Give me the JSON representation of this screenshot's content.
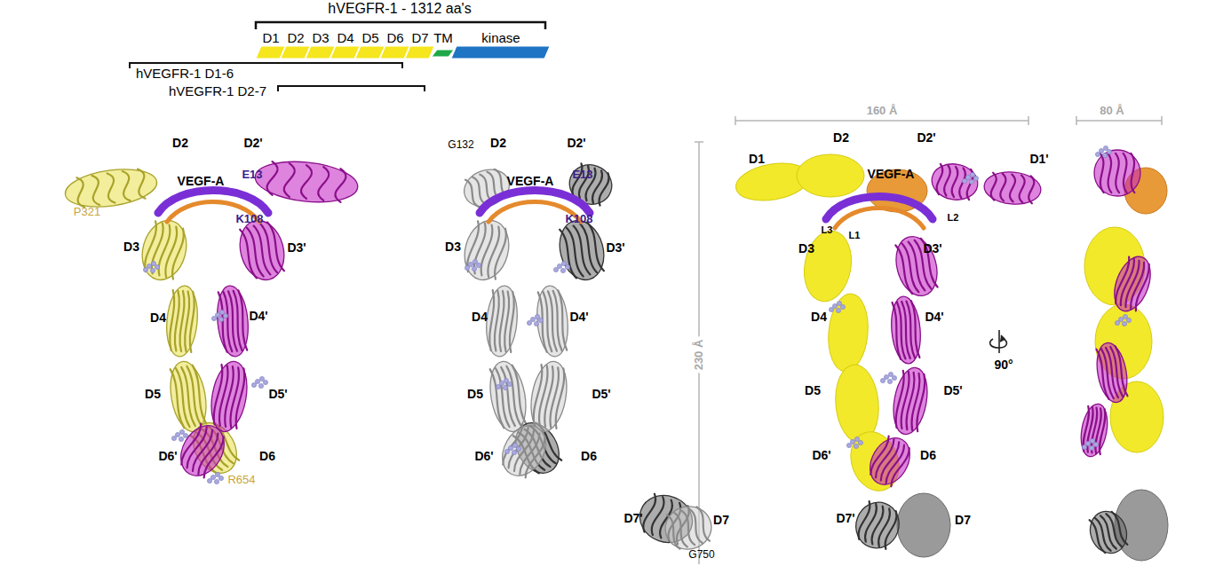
{
  "diagram": {
    "nodes": [
      {
        "text": [
          "D1"
        ]
      },
      {
        "text": [
          "D2"
        ]
      },
      {
        "text": [
          "D3"
        ]
      },
      {
        "text": [
          "D4"
        ]
      },
      {
        "text": [
          "D5"
        ]
      },
      {
        "text": [
          "D6"
        ]
      },
      {
        "text": [
          "D7"
        ]
      },
      {
        "text": [
          "TM"
        ]
      },
      {
        "text": [
          "kinase"
        ]
      }
    ],
    "labels": [
      "hVEGFR-1 - 1312 aa's",
      "hVEGFR-1 D1-6",
      "hVEGFR-1 D2-7",
      "D2",
      "D2'",
      "P321",
      "VEGF-A",
      "E13",
      "K108",
      "D3",
      "D3'",
      "D4",
      "D4'",
      "D5",
      "D5'",
      "D6'",
      "D6",
      "R654",
      "G132",
      "D2",
      "D2'",
      "VEGF-A",
      "E13",
      "K108",
      "D3",
      "D3'",
      "D4",
      "D4'",
      "D5",
      "D5'",
      "D6'",
      "D6",
      "D7'",
      "D7",
      "G750",
      "160 Å",
      "230 Å",
      "D1",
      "D2",
      "D2'",
      "D1'",
      "VEGF-A",
      "L3",
      "L1",
      "L2",
      "D3",
      "D3'",
      "D4",
      "D4'",
      "D5",
      "D5'",
      "D6'",
      "D6",
      "D7'",
      "D7",
      "90°",
      "80 Å"
    ]
  }
}
